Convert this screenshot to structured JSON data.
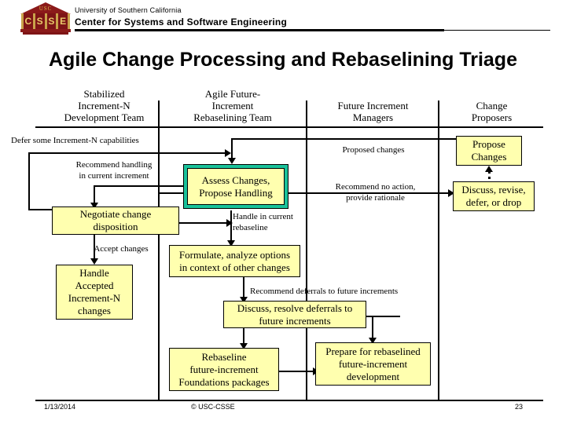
{
  "header": {
    "logo_top_text": "USC",
    "logo_letters": [
      "C",
      "S",
      "S",
      "E"
    ],
    "line1": "University of Southern California",
    "line2": "Center for Systems and Software Engineering"
  },
  "title": "Agile Change Processing and Rebaselining Triage",
  "lanes": [
    {
      "id": "lane-stabilized-increment-n-development-team",
      "label": "Stabilized\nIncrement-N\nDevelopment Team"
    },
    {
      "id": "lane-agile-future-increment-rebaselining-team",
      "label": "Agile Future-\nIncrement\nRebaselining Team"
    },
    {
      "id": "lane-future-increment-managers",
      "label": "Future Increment\nManagers"
    },
    {
      "id": "lane-change-proposers",
      "label": "Change\nProposers"
    }
  ],
  "lane_labels": {
    "l0_a": "Stabilized",
    "l0_b": "Increment-N",
    "l0_c": "Development Team",
    "l1_a": "Agile Future-",
    "l1_b": "Increment",
    "l1_c": "Rebaselining Team",
    "l2_a": "Future Increment",
    "l2_b": "Managers",
    "l3_a": "Change",
    "l3_b": "Proposers"
  },
  "boxes": {
    "assess": "Assess Changes,\nPropose Handling",
    "assess_l1": "Assess Changes,",
    "assess_l2": "Propose Handling",
    "negotiate_l1": "Negotiate change",
    "negotiate_l2": "disposition",
    "handle_l1": "Handle",
    "handle_l2": "Accepted",
    "handle_l3": "Increment-N",
    "handle_l4": "changes",
    "formulate_l1": "Formulate, analyze options",
    "formulate_l2": "in context of other changes",
    "discuss_resolve_l1": "Discuss, resolve deferrals to",
    "discuss_resolve_l2": "future increments",
    "rebaseline_l1": "Rebaseline",
    "rebaseline_l2": "future-increment",
    "rebaseline_l3": "Foundations packages",
    "prepare_l1": "Prepare for rebaselined",
    "prepare_l2": "future-increment",
    "prepare_l3": "development",
    "propose_l1": "Propose",
    "propose_l2": "Changes",
    "discuss_revise_l1": "Discuss, revise,",
    "discuss_revise_l2": "defer, or drop"
  },
  "edge_labels": {
    "defer": "Defer some Increment-N capabilities",
    "recommend_handling_l1": "Recommend handling",
    "recommend_handling_l2": "in current increment",
    "accept_changes": "Accept changes",
    "handle_in_current_l1": "Handle in current",
    "handle_in_current_l2": "rebaseline",
    "proposed_changes": "Proposed changes",
    "recommend_no_action_l1": "Recommend no action,",
    "recommend_no_action_l2": "provide rationale",
    "recommend_deferrals": "Recommend deferrals to future increments"
  },
  "colors": {
    "box_fill": "#ffffaf",
    "highlight_border": "#19c29a",
    "logo_dark_red": "#8b1a1a",
    "logo_gold": "#d9b44a",
    "line": "#000000"
  },
  "footer": {
    "date": "1/13/2014",
    "copyright": "© USC-CSSE",
    "page": "23"
  }
}
